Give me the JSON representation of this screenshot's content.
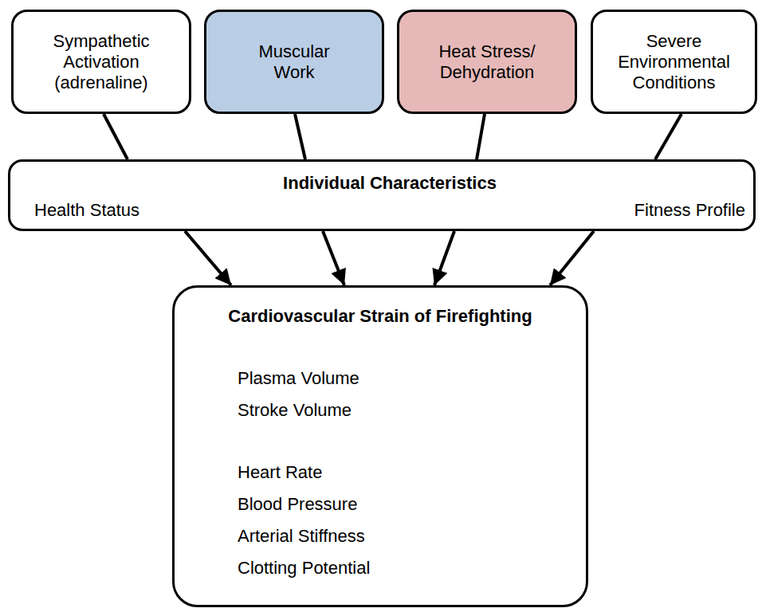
{
  "diagram": {
    "nodes": [
      {
        "text": [
          "Sympathetic Activation (adrenaline)"
        ]
      },
      {
        "text": [
          "Muscular Work"
        ]
      },
      {
        "text": [
          "Heat Stress/ Dehydration"
        ]
      },
      {
        "text": [
          "Severe Environmental Conditions"
        ]
      },
      {
        "text": [
          "Individual Characteristics",
          "Health Status",
          "Fitness Profile"
        ]
      },
      {
        "text": [
          "Cardiovascular Strain of Firefighting",
          "Plasma Volume",
          "Stroke Volume",
          "Heart Rate",
          "Blood Pressure",
          "Arterial Stiffness",
          "Clotting Potential"
        ]
      }
    ],
    "edges": [
      {
        "from": 0,
        "to": 4,
        "arrow": "none"
      },
      {
        "from": 1,
        "to": 4,
        "arrow": "none"
      },
      {
        "from": 2,
        "to": 4,
        "arrow": "none"
      },
      {
        "from": 3,
        "to": 4,
        "arrow": "none"
      },
      {
        "from": 4,
        "to": 5,
        "arrow": "to"
      },
      {
        "from": 4,
        "to": 5,
        "arrow": "to"
      },
      {
        "from": 4,
        "to": 5,
        "arrow": "to"
      },
      {
        "from": 4,
        "to": 5,
        "arrow": "to"
      }
    ]
  }
}
